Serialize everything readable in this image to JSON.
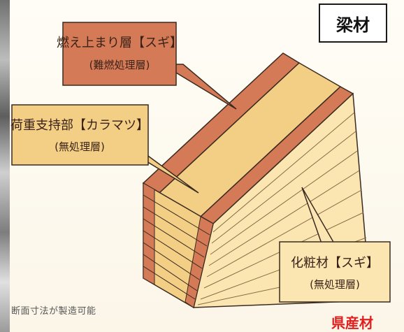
{
  "title": "梁材",
  "fire_layer": {
    "name": "燃え上まり層【スギ】",
    "note": "(難燃処理層)"
  },
  "load_layer": {
    "name": "荷重支持部【カラマツ】",
    "note": "(無処理層)"
  },
  "finish_layer": {
    "name": "化粧材【スギ】",
    "note": "(無処理層)"
  },
  "footer_note": "断面寸法が製造可能",
  "origin_label": "県産材",
  "colors": {
    "fire": "#d57a56",
    "load": "#f3cf86",
    "finish": "#fbe6b2",
    "outline": "#3a2a20",
    "accent_red": "#e02020"
  }
}
